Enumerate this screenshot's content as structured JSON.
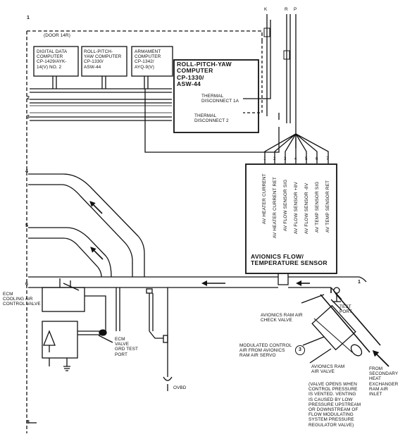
{
  "line_numbers": [
    "1",
    "2",
    "3",
    "4",
    "5",
    "6",
    "1",
    "8"
  ],
  "wire_letters": [
    "K",
    "R",
    "P"
  ],
  "door": "(DOOR 14R)",
  "boxes": {
    "digital_data": "DIGITAL DATA\nCOMPUTER\nCP-1429/AYK-\n14(V) NO. 2",
    "rpy_small": "ROLL-PITCH-\nYAW COMPUTER\nCP-1330/\nASW-44",
    "armament": "ARMAMENT\nCOMPUTER\nCP-1342/\nAYQ-9(V)",
    "rpy_main": "ROLL-PITCH-YAW\nCOMPUTER\nCP-1330/\nASW-44",
    "avionics_sensor": "AVIONICS FLOW/\nTEMPERATURE SENSOR"
  },
  "thermal": {
    "t1": "THERMAL\nDISCONNECT 1A",
    "t2": "THERMAL\nDISCONNECT 2"
  },
  "sensor_pins": {
    "numbers": [
      "1",
      "2",
      "3",
      "4",
      "5",
      "6",
      "7"
    ],
    "labels": [
      "AV HEATER CURRENT",
      "AV HEATER CURRENT RET",
      "AV FLOW SENSOR SIG",
      "AV FLOW SENSOR +8V",
      "AV FLOW SENSOR -8V",
      "AV TEMP SENSOR SIG",
      "AV TEMP SENSOR RET"
    ]
  },
  "callouts": {
    "ecm_valve": "ECM\nCOOLING AIR\nCONTROL VALVE",
    "ecm_grd": "ECM\nVALVE\nGRD TEST\nPORT",
    "check_valve": "AVIONICS RAM AIR\nCHECK VALVE",
    "test_port": "TEST\nPORT",
    "modulated": "MODULATED CONTROL\nAIR FROM AVIONICS\nRAM AIR SERVO",
    "servo_number": "3",
    "ram_valve": "AVIONICS RAM\nAIR VALVE",
    "valve_note": "(VALVE OPENS WHEN\nCONTROL PRESSURE\nIS VENTED. VENTING\nIS CAUSED BY LOW\nPRESSURE UPSTREAM\nOR DOWNSTREAM OF\nFLOW MODULATING\nSYSTEM PRESSURE\nREGULATOR VALVE)",
    "from_secondary": "FROM\nSECONDARY\nHEAT\nEXCHANGER\nRAM AIR\nINLET",
    "ovbd": "OVBD"
  },
  "colors": {
    "ink": "#111111",
    "paper": "#ffffff"
  }
}
